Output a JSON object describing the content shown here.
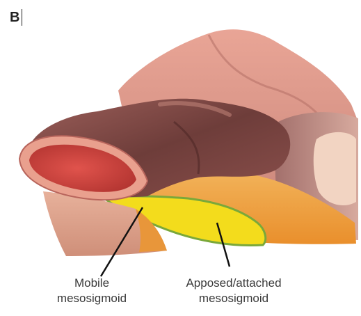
{
  "panel": {
    "letter": "B"
  },
  "labels": {
    "mobile": {
      "line1": "Mobile",
      "line2": "mesosigmoid"
    },
    "apposed": {
      "line1": "Apposed/attached",
      "line2": "mesosigmoid"
    }
  },
  "colors": {
    "tissue_light": "#e8b3a0",
    "tissue_mid": "#b97b72",
    "tissue_dark": "#6e3d3a",
    "lumen_red": "#d94a44",
    "mesentery_orange": "#f0a23f",
    "attached_yellow": "#f3dc1c",
    "attached_green": "#7aa83a",
    "leader_line": "#111111"
  }
}
